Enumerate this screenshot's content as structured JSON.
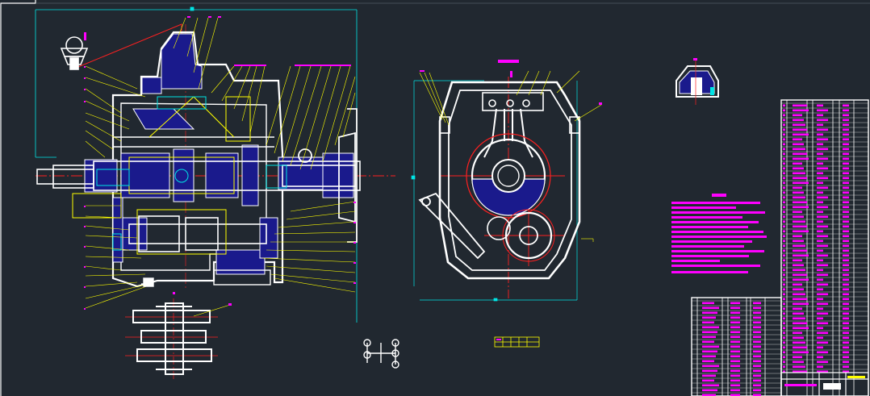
{
  "app": {
    "title": "",
    "background": "#212830"
  },
  "colors": {
    "frame": "#ffffff",
    "section_fill": "#1a1a8c",
    "leader": "#ffff00",
    "dimension": "#00e5e5",
    "center_line": "#ff2020",
    "annotation": "#ff00ff",
    "outline": "#ffffff"
  },
  "drawing": {
    "views": [
      {
        "name": "main-section-view",
        "description_visible": false
      },
      {
        "name": "side-section-view",
        "description_visible": false
      },
      {
        "name": "top-detail-view",
        "description_visible": false
      },
      {
        "name": "gear-shaft-detail",
        "description_visible": false
      },
      {
        "name": "shift-pattern-diagram",
        "description_visible": false
      },
      {
        "name": "small-detail-view",
        "description_visible": false
      }
    ],
    "notes_title_visible": true,
    "parts_list_visible": true,
    "title_block_visible": true
  }
}
